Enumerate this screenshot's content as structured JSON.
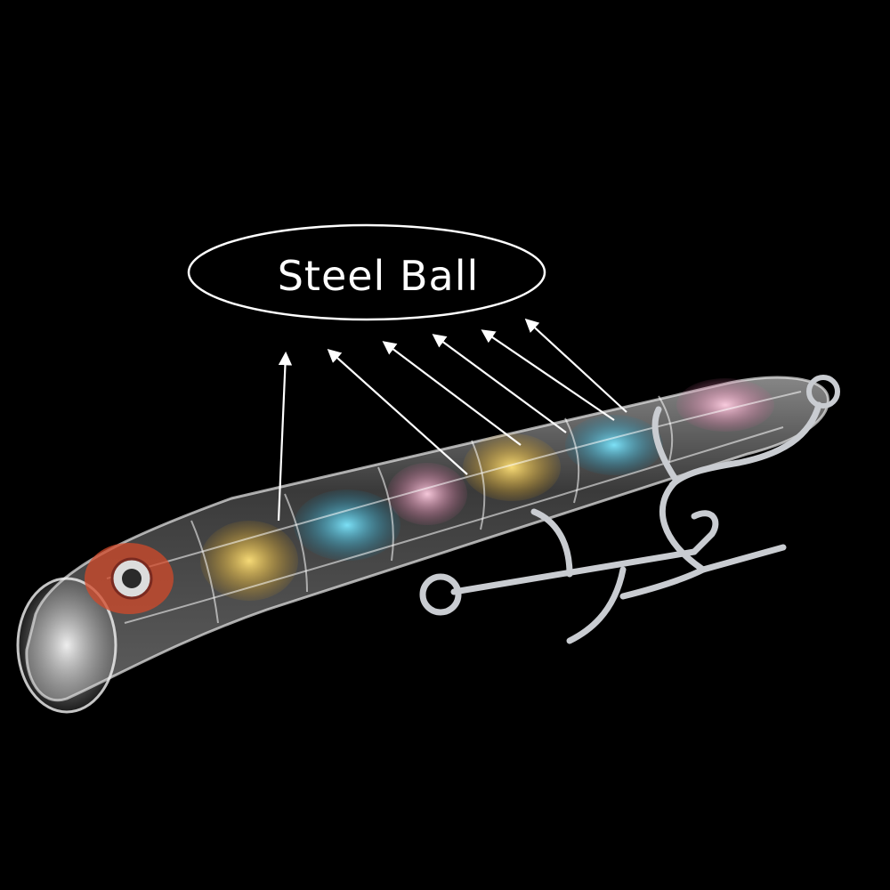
{
  "annotation": {
    "label": "Steel Ball"
  },
  "colors": {
    "background": "#000000",
    "annotation_stroke": "#ffffff",
    "chamber_yellow": "#f2c230",
    "chamber_blue": "#2fb6d8",
    "chamber_pink": "#f0a0c0",
    "eye_red": "#d24a2a",
    "hook_silver": "#c9ccd1"
  },
  "subject": {
    "description_icon": "fishing-lure-popper",
    "arrow_count": 6
  }
}
